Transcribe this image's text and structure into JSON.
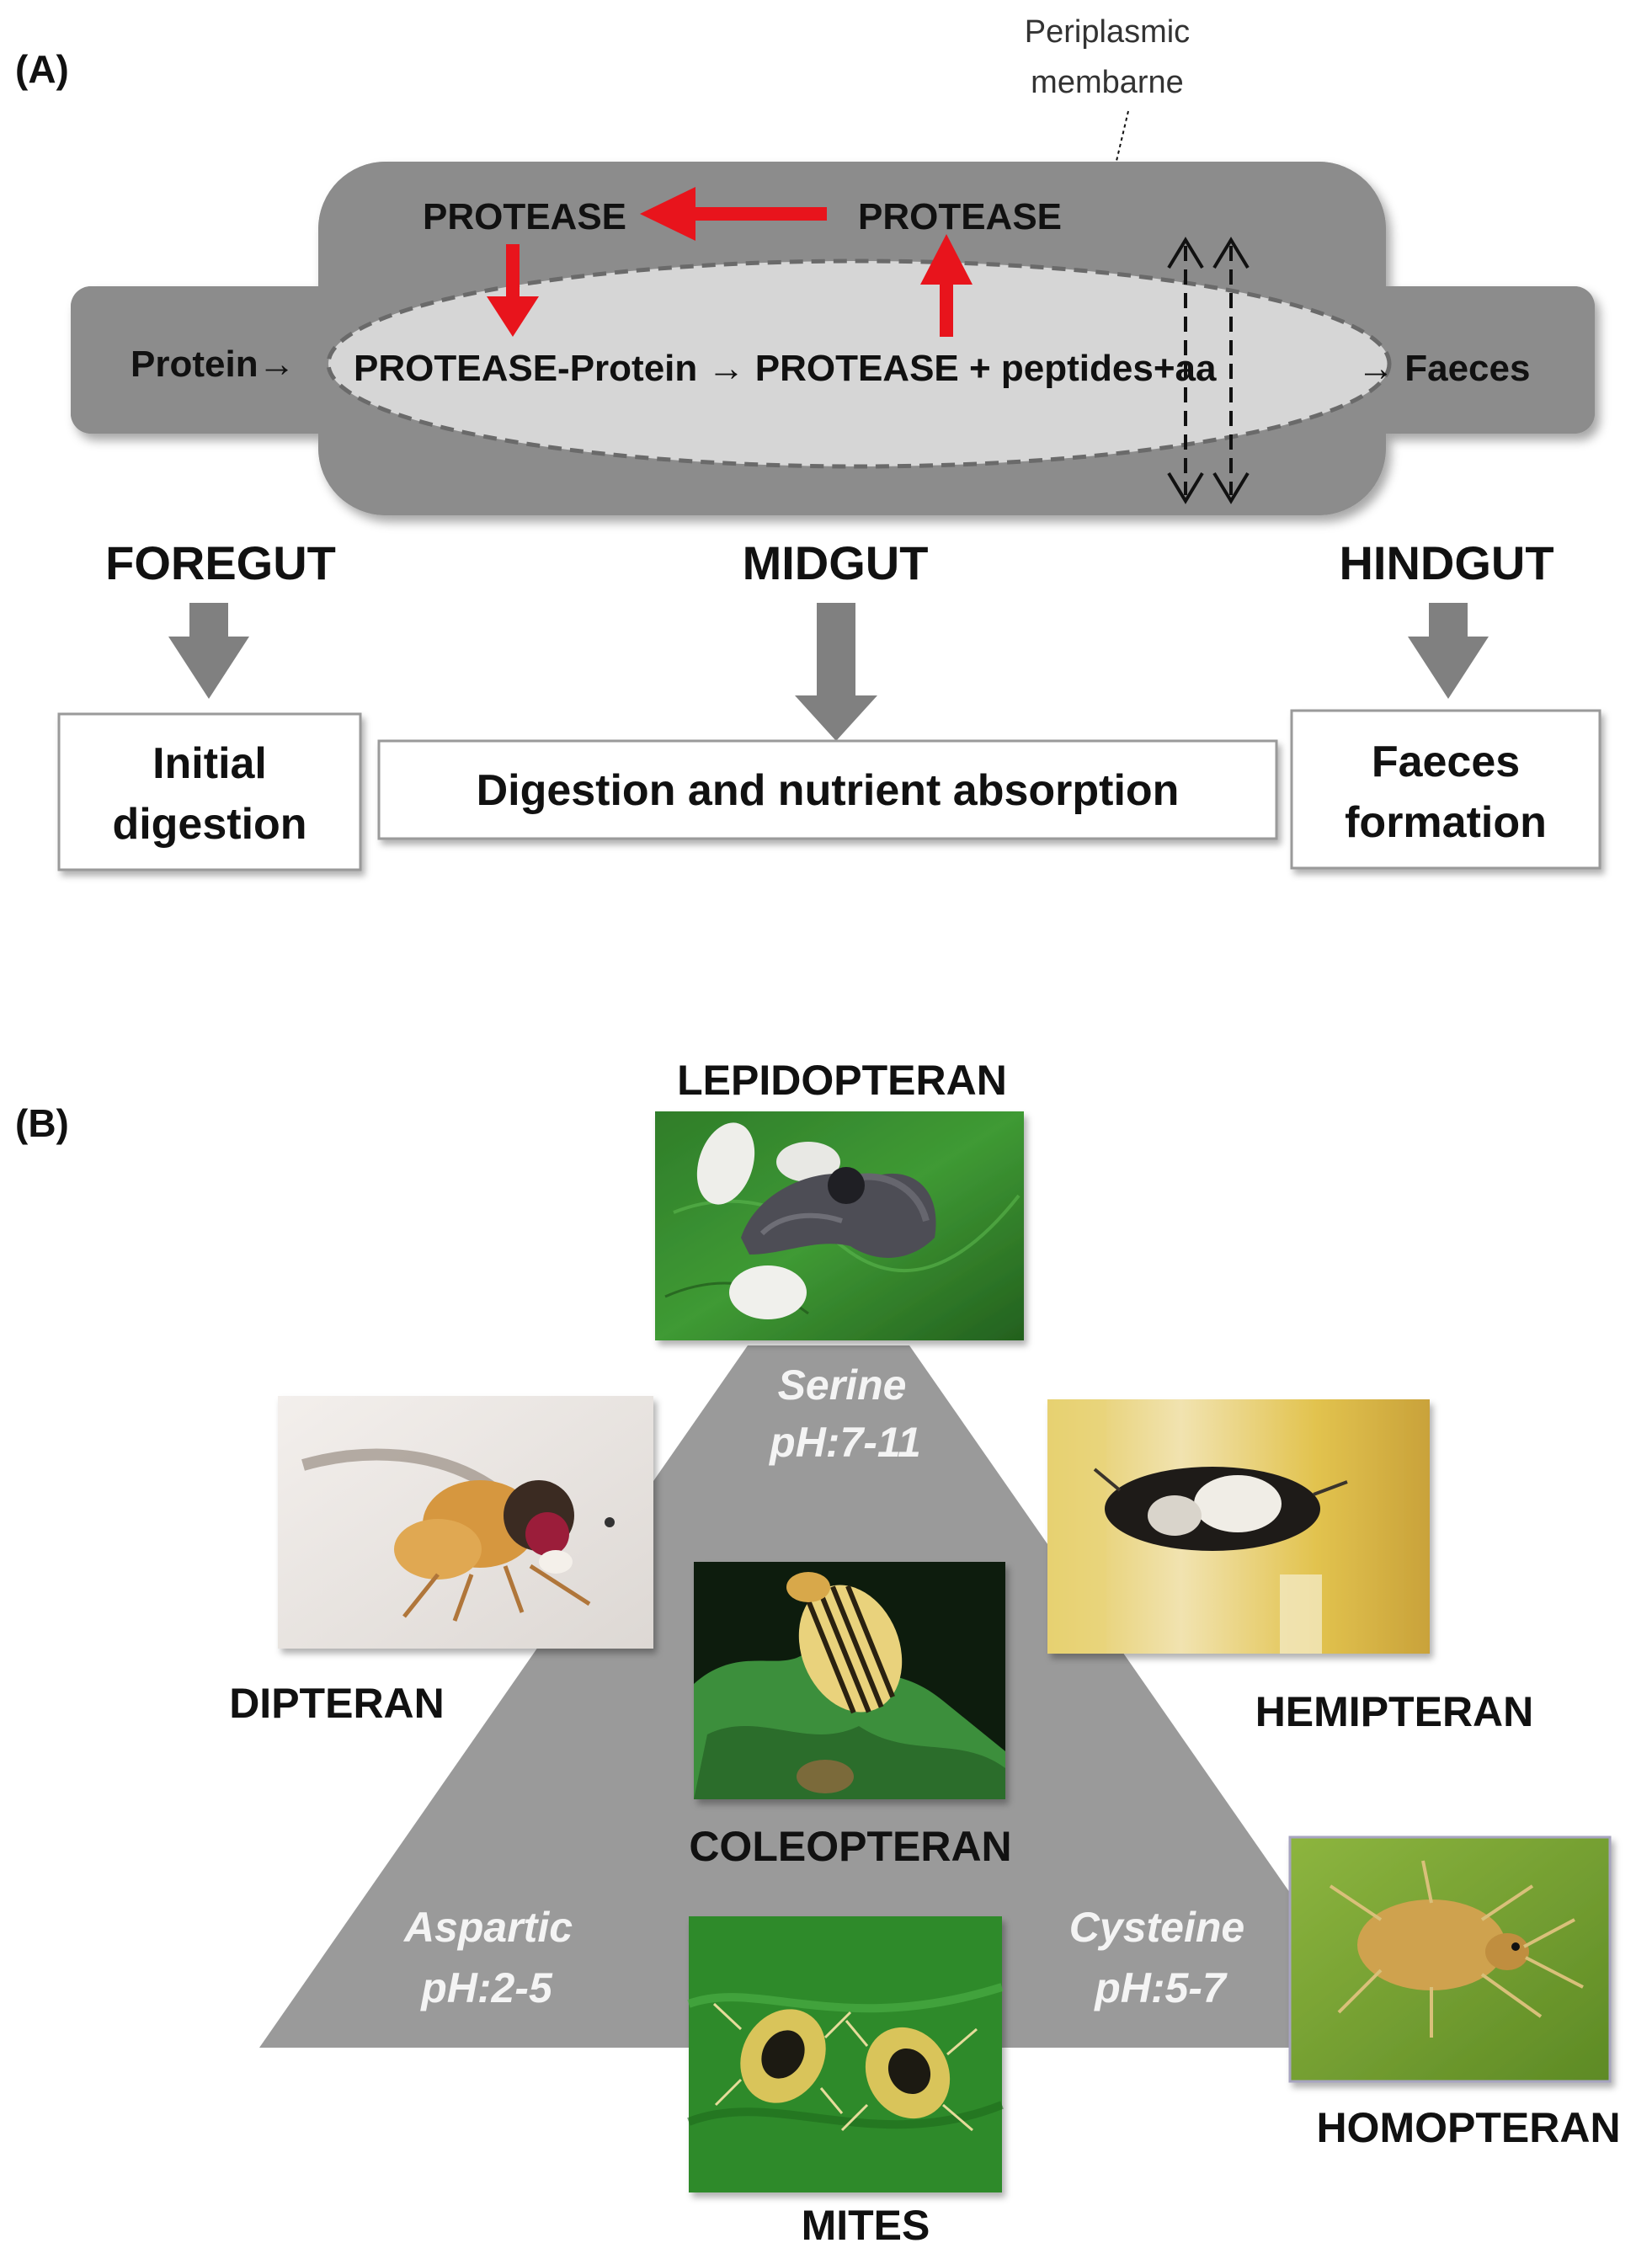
{
  "panel_a": {
    "label": "(A)",
    "membrane_label_line1": "Periplasmic",
    "membrane_label_line2": "membarne",
    "protease_left": "PROTEASE",
    "protease_right": "PROTEASE",
    "input_label": "Protein→",
    "reaction_text": "PROTEASE-Protein → PROTEASE + peptides+aa",
    "output_label": "→ Faeces",
    "sections": {
      "foregut": {
        "title": "FOREGUT",
        "box_line1": "Initial",
        "box_line2": "digestion"
      },
      "midgut": {
        "title": "MIDGUT",
        "box_text": "Digestion and nutrient absorption"
      },
      "hindgut": {
        "title": "HINDGUT",
        "box_line1": "Faeces",
        "box_line2": "formation"
      }
    }
  },
  "panel_b": {
    "label": "(B)",
    "zones": {
      "serine": {
        "name": "Serine",
        "ph": "pH:7-11"
      },
      "aspartic": {
        "name": "Aspartic",
        "ph": "pH:2-5"
      },
      "cysteine": {
        "name": "Cysteine",
        "ph": "pH:5-7"
      }
    },
    "insects": {
      "lepidopteran": "LEPIDOPTERAN",
      "dipteran": "DIPTERAN",
      "hemipteran": "HEMIPTERAN",
      "coleopteran": "COLEOPTERAN",
      "homopteran": "HOMOPTERAN",
      "mites": "MITES"
    }
  },
  "colors": {
    "gut_dark": "#8c8c8c",
    "lumen_light": "#d6d6d6",
    "arrow_red": "#e8141c",
    "arrow_grey": "#808080",
    "pyramid": "#9a9a9a",
    "zone_text": "#f4f4f4"
  }
}
